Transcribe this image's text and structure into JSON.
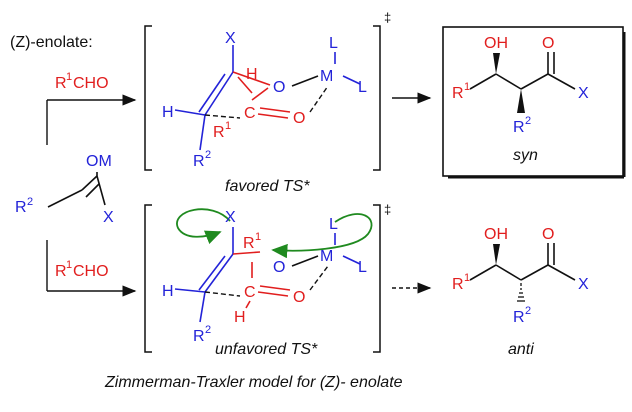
{
  "header_label": "(Z)-enolate:",
  "header_label_z": "Z",
  "enolate": {
    "om": "OM",
    "r2": "R",
    "r2_sup": "2",
    "x": "X"
  },
  "reagent_top": {
    "r": "R",
    "sup": "1",
    "cho": "CHO"
  },
  "reagent_bottom": {
    "r": "R",
    "sup": "1",
    "cho": "CHO"
  },
  "ts_top": {
    "x": "X",
    "l_top": "L",
    "h_red": "H",
    "o": "O",
    "m": "M",
    "l_right": "L",
    "h_left": "H",
    "r1": "R",
    "r1_sup": "1",
    "c": "C",
    "o2": "O",
    "r2": "R",
    "r2_sup": "2",
    "dagger": "‡",
    "caption": "favored TS*"
  },
  "ts_bottom": {
    "x": "X",
    "l_top": "L",
    "r1": "R",
    "r1_sup": "1",
    "o": "O",
    "m": "M",
    "l_right": "L",
    "h_left": "H",
    "c": "C",
    "h_red": "H",
    "o2": "O",
    "r2": "R",
    "r2_sup": "2",
    "dagger": "‡",
    "caption": "unfavored TS*"
  },
  "product_syn": {
    "oh": "OH",
    "o": "O",
    "r1": "R",
    "r1_sup": "1",
    "x": "X",
    "r2": "R",
    "r2_sup": "2",
    "caption": "syn"
  },
  "product_anti": {
    "oh": "OH",
    "o": "O",
    "r1": "R",
    "r1_sup": "1",
    "x": "X",
    "r2": "R",
    "r2_sup": "2",
    "caption": "anti"
  },
  "footer": "Zimmerman-Traxler model for (Z)- enolate",
  "colors": {
    "blue": "#2323d8",
    "red": "#e11e1e",
    "green": "#1f8a1f",
    "black": "#111111"
  }
}
